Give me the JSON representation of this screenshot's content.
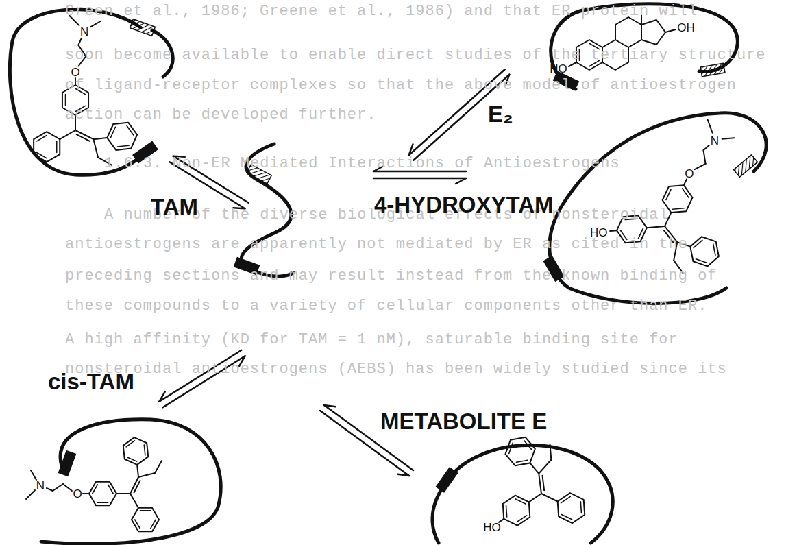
{
  "diagram": {
    "labels": [
      "Green et al., 1986; Greene et al., 1986) and that ER protein will",
      "soon become available to enable direct studies of the tertiary structure",
      "of ligand-receptor complexes so that the above model of antioestrogen",
      "action can be developed further.",
      "1.6.3. Non-ER Mediated Interactions of Antioestrogens",
      "A number of the diverse biological effects of nonsteroidal",
      "antioestrogens are apparently not mediated by ER as cited in the",
      "preceding sections and may result instead from the known binding of",
      "these compounds to a variety of cellular components other than ER.",
      "A high affinity (KD for TAM = 1 nM), saturable binding site for",
      "nonsteroidal antioestrogens (AEBS) has been widely studied since its",
      "TAM",
      "E₂",
      "4-HYDROXYTAM",
      "cis-TAM",
      "METABOLITE E",
      "N",
      "O",
      "HO",
      "OH",
      "N",
      "O",
      "HO",
      "N",
      "O",
      "HO"
    ]
  }
}
